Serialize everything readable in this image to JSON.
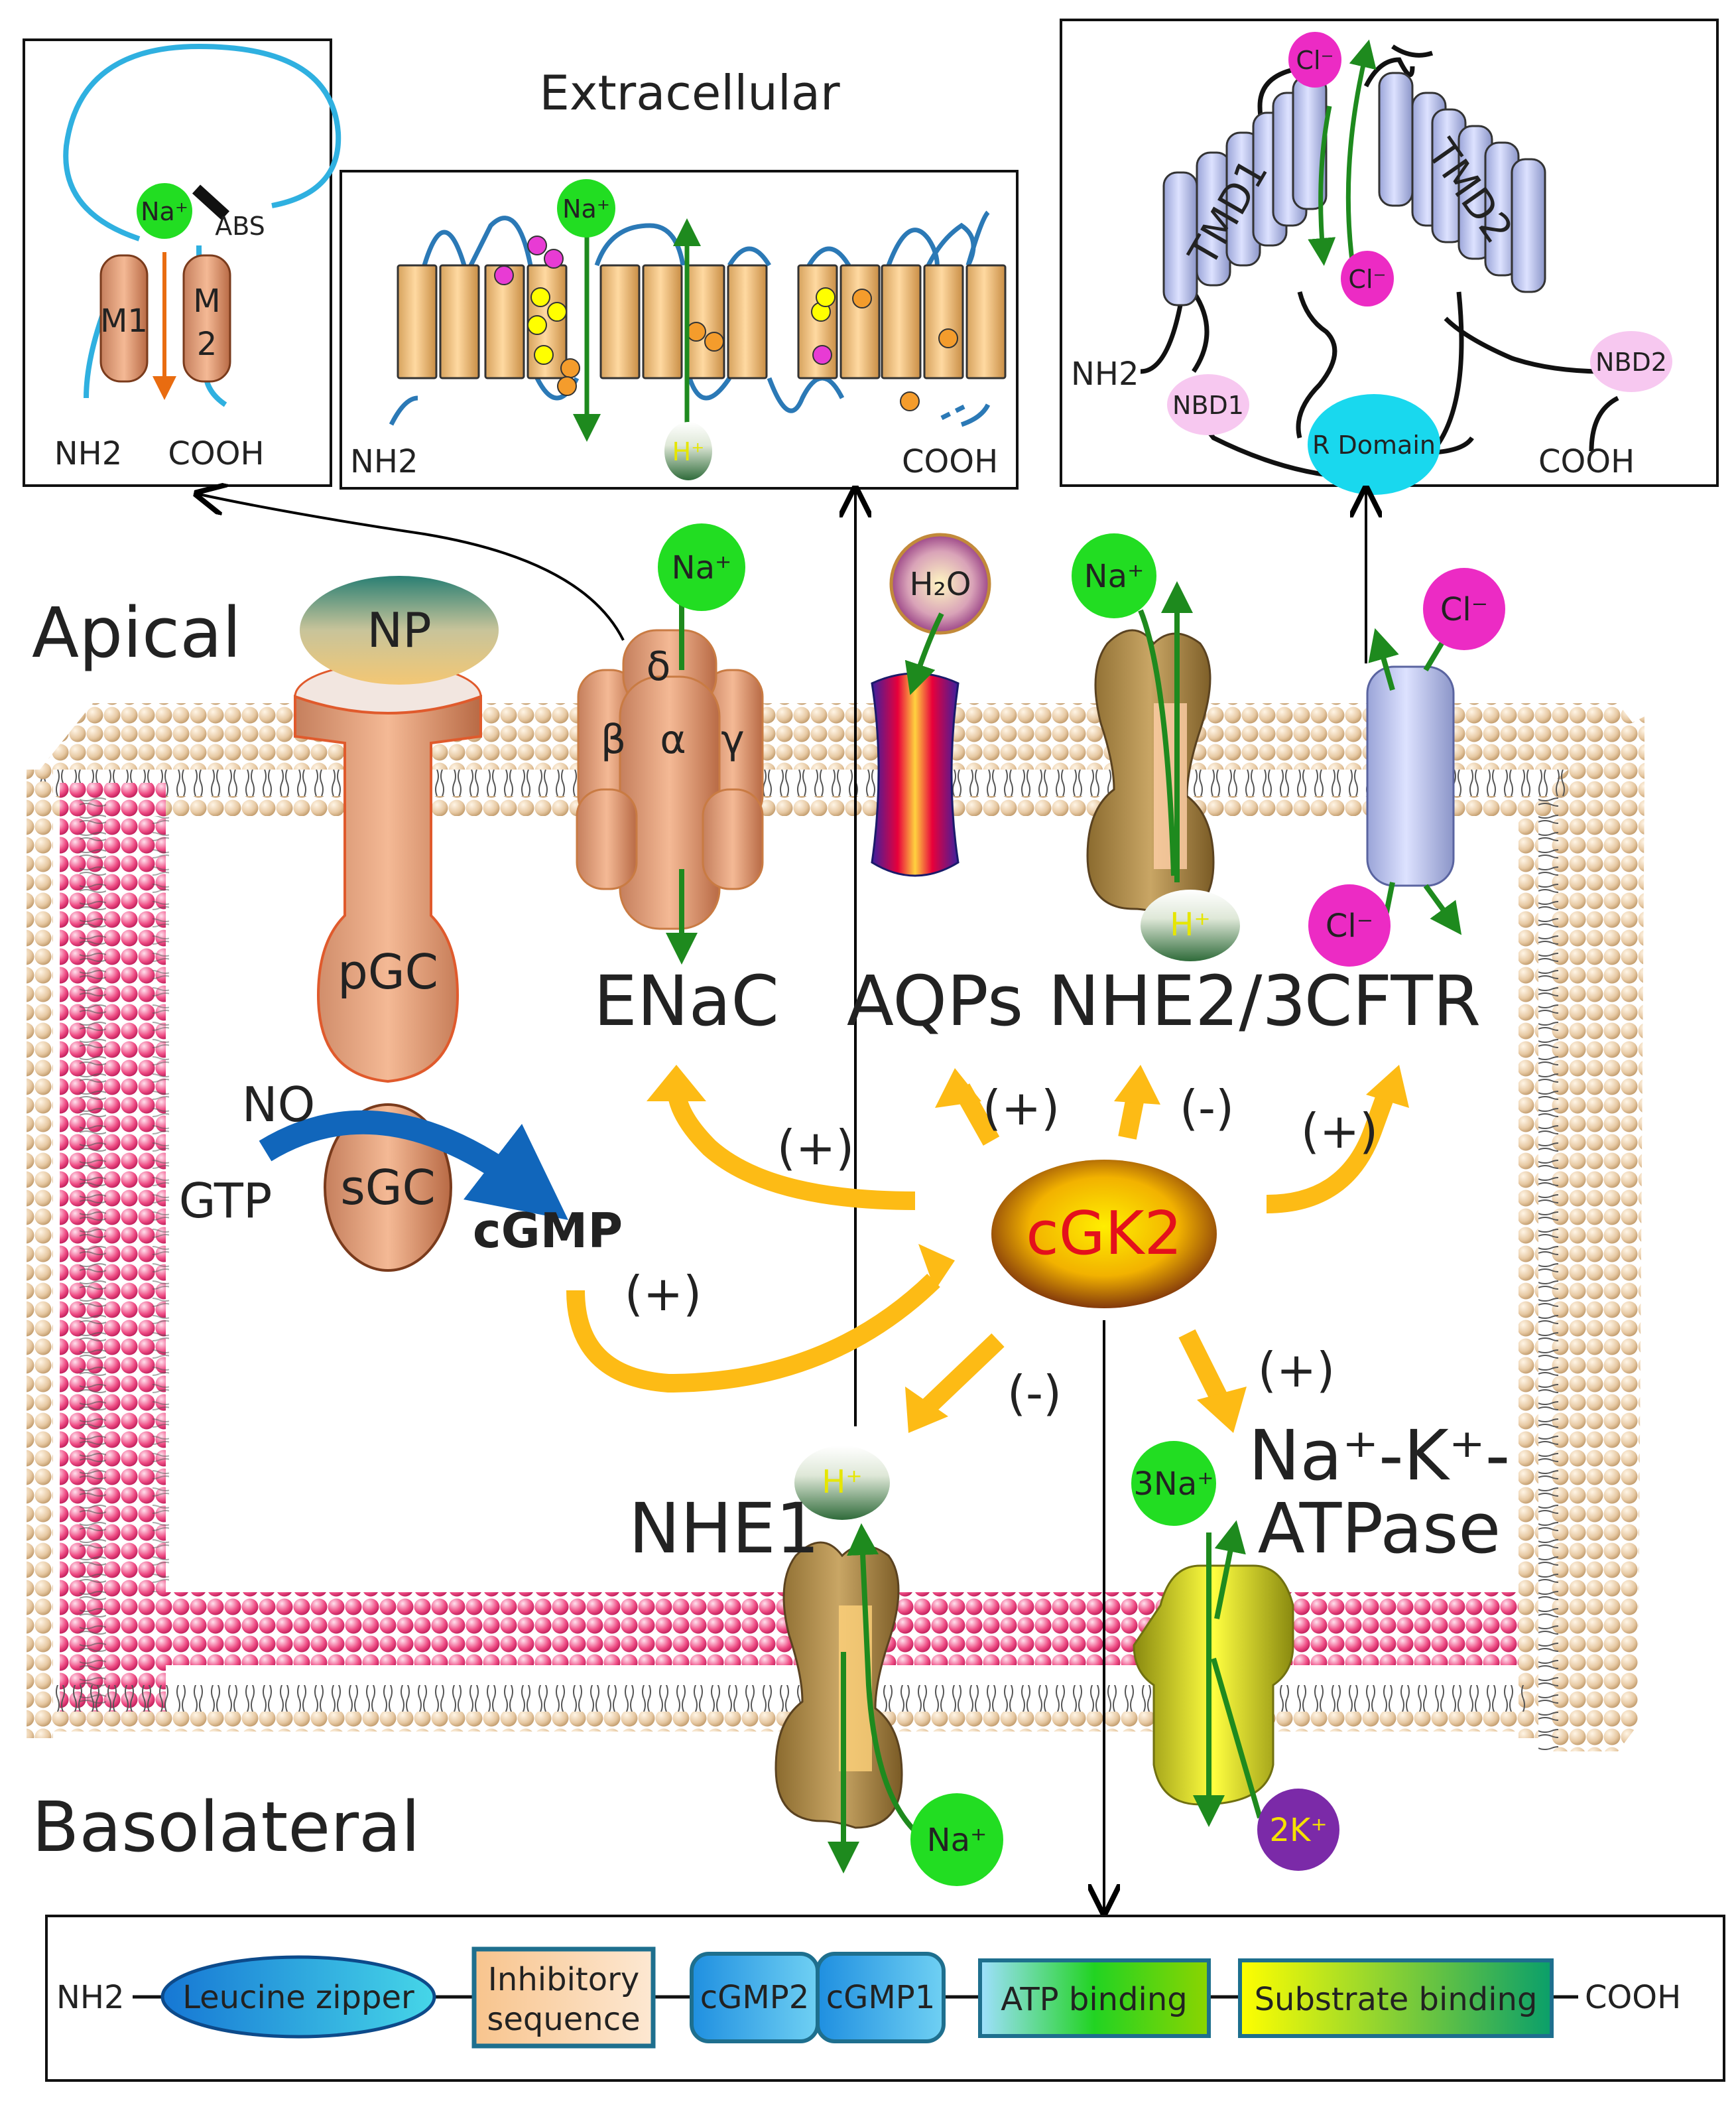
{
  "regions": {
    "extracellular": "Extracellular",
    "apical": "Apical",
    "basolateral": "Basolateral"
  },
  "asic_inset": {
    "na": "Na⁺",
    "abs": "ABS",
    "m1": "M1",
    "m2a": "M",
    "m2b": "2",
    "nh2": "NH2",
    "cooh": "COOH"
  },
  "enac_inset": {
    "na": "Na⁺",
    "h": "H⁺",
    "nh2": "NH2",
    "cooh": "COOH"
  },
  "cftr_inset": {
    "cl_top": "Cl⁻",
    "cl_mid": "Cl⁻",
    "tmd1": "TMD1",
    "tmd2": "TMD2",
    "nh2": "NH2",
    "nbd1": "NBD1",
    "nbd2": "NBD2",
    "rdomain": "R Domain",
    "cooh": "COOH"
  },
  "apical_ions": {
    "enac_na": "Na⁺",
    "h2o": "H₂O",
    "nhe_na": "Na⁺",
    "cftr_cl_out": "Cl⁻",
    "nhe_h": "H⁺",
    "cftr_cl_in": "Cl⁻"
  },
  "enac_subunits": {
    "delta": "δ",
    "beta": "β",
    "alpha": "α",
    "gamma": "γ"
  },
  "channels": {
    "np": "NP",
    "pgc": "pGC",
    "sgc": "sGC",
    "no": "NO",
    "gtp": "GTP",
    "cgmp": "cGMP",
    "enac": "ENaC",
    "aqps": "AQPs",
    "nhe23": "NHE2/3",
    "cftr": "CFTR",
    "cgk2": "cGK2",
    "nhe1": "NHE1",
    "nak_line1": "Na⁺-K⁺-",
    "nak_line2": "ATPase"
  },
  "effects": {
    "enac": "(+)",
    "aqps": "(+)",
    "nhe23": "(-)",
    "cftr": "(+)",
    "cgmp_to_cgk2": "(+)",
    "nhe1": "(-)",
    "nak": "(+)"
  },
  "basolateral_ions": {
    "nhe1_h": "H⁺",
    "nhe1_na": "Na⁺",
    "nak_na": "3Na⁺",
    "nak_k": "2K⁺"
  },
  "domain_bar": {
    "nh2": "NH2",
    "leucine": "Leucine zipper",
    "inhib1": "Inhibitory",
    "inhib2": "sequence",
    "cgmp2": "cGMP2",
    "cgmp1": "cGMP1",
    "atp": "ATP binding",
    "substrate": "Substrate binding",
    "cooh": "COOH"
  },
  "colors": {
    "cgk2_text": "#e4101c",
    "effect_arrow": "#fdbb15",
    "transport_arrow": "#1e8a1e",
    "membrane_head": "#e7c9a3",
    "inner_membrane_head": "#ea3e7a",
    "cl_ion": "#ec2bc4",
    "na_ion": "#22dd22"
  }
}
